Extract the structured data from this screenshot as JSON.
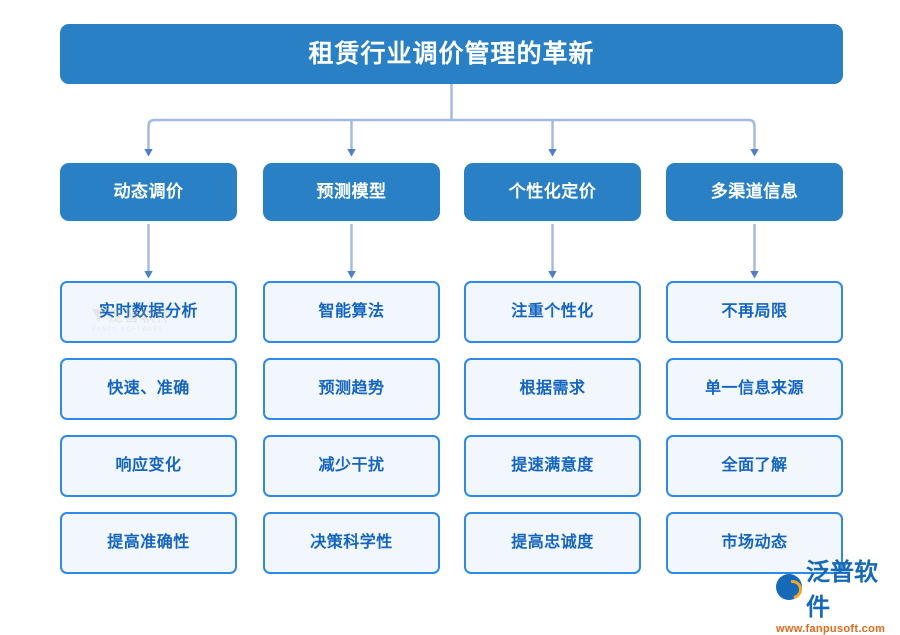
{
  "diagram": {
    "type": "tree",
    "title": "租赁行业调价管理的革新",
    "branches": [
      {
        "label": "动态调价",
        "leaves": [
          "实时数据分析",
          "快速、准确",
          "响应变化",
          "提高准确性"
        ]
      },
      {
        "label": "预测模型",
        "leaves": [
          "智能算法",
          "预测趋势",
          "减少干扰",
          "决策科学性"
        ]
      },
      {
        "label": "个性化定价",
        "leaves": [
          "注重个性化",
          "根据需求",
          "提速满意度",
          "提高忠诚度"
        ]
      },
      {
        "label": "多渠道信息",
        "leaves": [
          "不再局限",
          "单一信息来源",
          "全面了解",
          "市场动态"
        ]
      }
    ]
  },
  "watermark": {
    "text": "泛普软件",
    "subtext": "FANPU SOFTWARE"
  },
  "brand": {
    "name": "泛普软件",
    "url": "www.fanpusoft.com"
  },
  "colors": {
    "title_fill": "#2980c4",
    "branch_fill": "#2980c4",
    "leaf_fill": "#f1f7fd",
    "leaf_border": "#2e8ae5",
    "leaf_text": "#1565c0",
    "connector": "#a3b9e2",
    "arrowhead": "#4f7fc8",
    "page_background": "#ffffff"
  }
}
